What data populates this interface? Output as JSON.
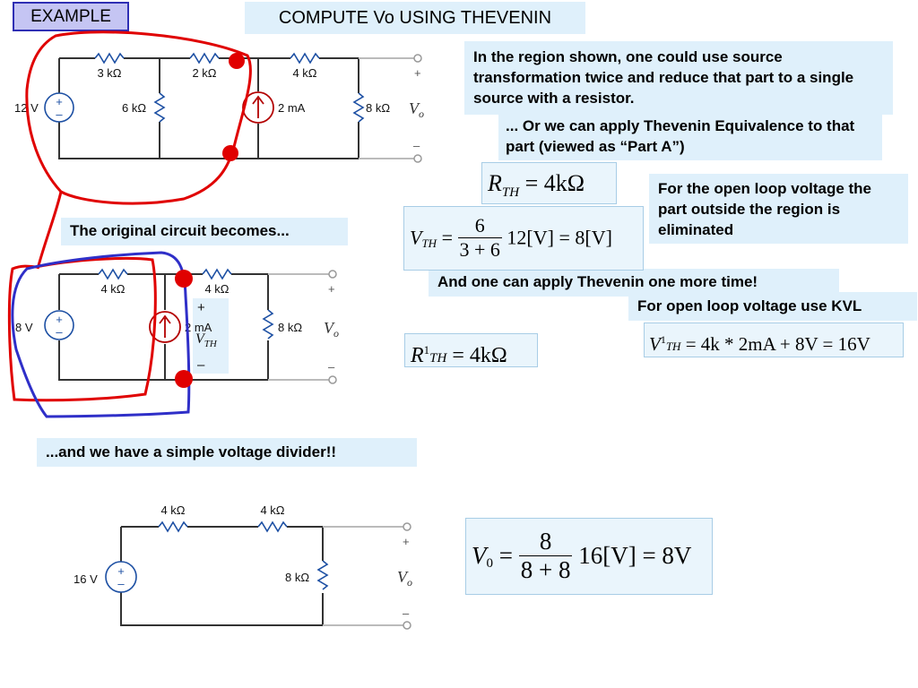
{
  "slide": {
    "example_tag": "EXAMPLE",
    "title": "COMPUTE Vo USING THEVENIN"
  },
  "notes": {
    "source_transform": "In the region shown, one could use source transformation twice and reduce that part to a single source with a resistor.",
    "thevenin_alt": "... Or we can apply Thevenin Equivalence to that part (viewed as “Part A”)",
    "open_loop": "For the open loop voltage the part outside the region is eliminated",
    "original_becomes": "The original circuit becomes...",
    "thevenin_again": "And one can apply Thevenin one more time!",
    "kvl": "For open loop voltage use KVL",
    "divider": "...and we have a simple voltage divider!!"
  },
  "circuit1": {
    "labels": {
      "r1": "3 kΩ",
      "r2": "2 kΩ",
      "r3": "4 kΩ",
      "r_shunt": "6 kΩ",
      "r_load": "8 kΩ",
      "v_src": "12 V",
      "i_src": "2 mA",
      "vo": "V",
      "vo_sub": "o",
      "plus": "+",
      "minus": "–"
    }
  },
  "circuit2": {
    "labels": {
      "r1": "4 kΩ",
      "r2": "4 kΩ",
      "r_load": "8 kΩ",
      "v_src": "8 V",
      "i_src": "2 mA",
      "vo": "V",
      "vo_sub": "o",
      "plus": "+",
      "minus": "–",
      "vth_plus": "+",
      "vth_minus": "–",
      "vth": "V",
      "vth_sub": "TH"
    }
  },
  "circuit3": {
    "labels": {
      "r1": "4 kΩ",
      "r2": "4 kΩ",
      "r_load": "8 kΩ",
      "v_src": "16 V",
      "vo": "V",
      "vo_sub": "o",
      "plus": "+",
      "minus": "–"
    }
  },
  "equations": {
    "rth": {
      "sym": "R",
      "sub": "TH",
      "rhs": "= 4kΩ"
    },
    "vth": {
      "sym": "V",
      "sub": "TH",
      "eq": "=",
      "num": "6",
      "den": "3 + 6",
      "rhs": "12[V] = 8[V]"
    },
    "r1th": {
      "sym": "R",
      "sup": "1",
      "sub": "TH",
      "rhs": "= 4kΩ"
    },
    "v1th": {
      "sym": "V",
      "sup": "1",
      "sub": "TH",
      "rhs": "= 4k * 2mA + 8V = 16V"
    },
    "v0": {
      "sym": "V",
      "sub": "0",
      "eq": "=",
      "num": "8",
      "den": "8 + 8",
      "rhs": "16[V] = 8V"
    }
  }
}
